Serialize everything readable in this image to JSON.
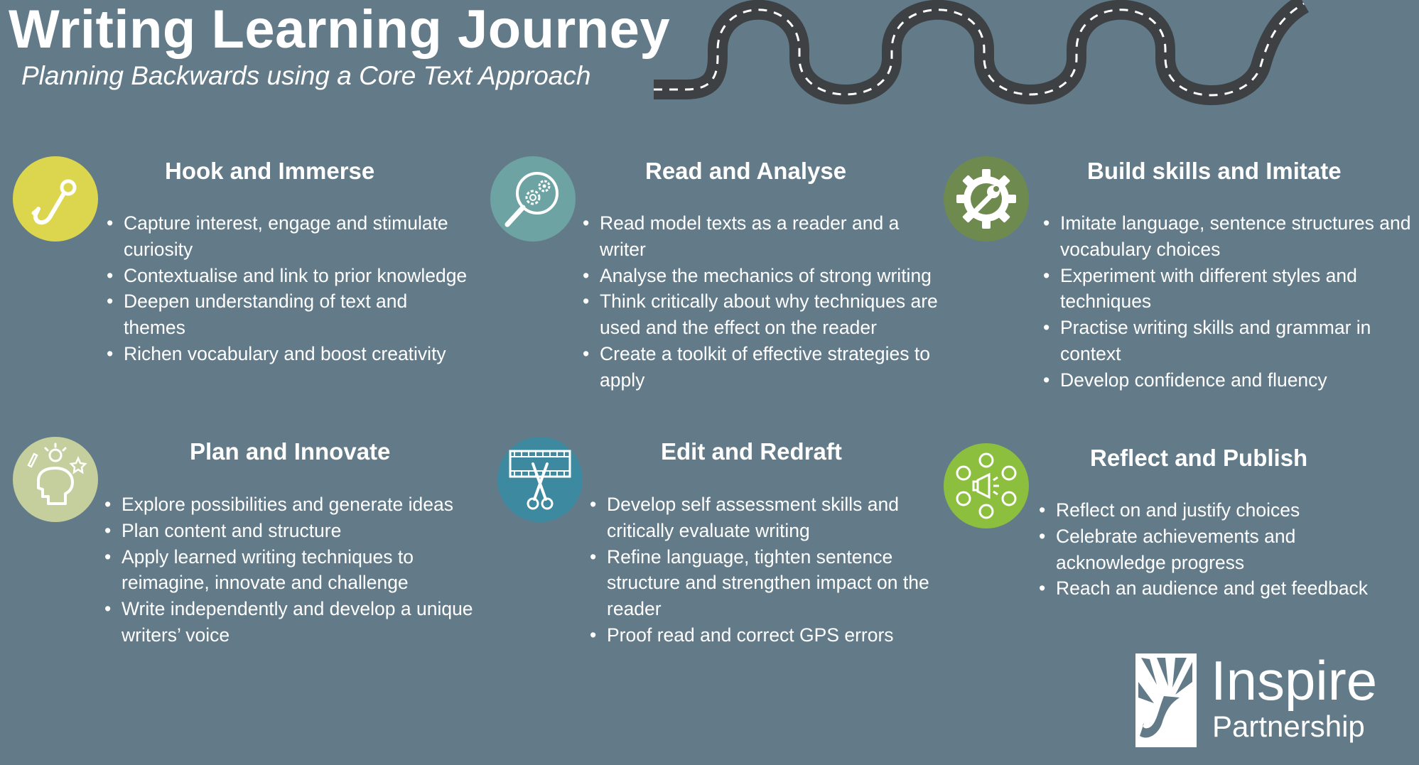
{
  "header": {
    "title": "Writing Learning Journey",
    "subtitle": "Planning Backwards using a Core Text Approach"
  },
  "sections": [
    {
      "title": "Hook and Immerse",
      "icon": "hook-icon",
      "color": "#dcd64e",
      "bullets": [
        "Capture interest, engage and stimulate curiosity",
        "Contextualise and link to prior knowledge",
        "Deepen understanding of text and themes",
        "Richen vocabulary and boost creativity"
      ]
    },
    {
      "title": "Read and Analyse",
      "icon": "magnifier-gears-icon",
      "color": "#6ea3a4",
      "bullets": [
        "Read model texts as a reader and a writer",
        "Analyse the mechanics of strong writing",
        "Think critically about why techniques are used and the effect on the reader",
        "Create a toolkit of effective strategies to apply"
      ]
    },
    {
      "title": "Build skills and Imitate",
      "icon": "gear-wrench-icon",
      "color": "#6f8a4f",
      "bullets": [
        "Imitate language, sentence structures and vocabulary choices",
        "Experiment with different styles and techniques",
        "Practise writing skills and grammar in context",
        "Develop confidence and fluency"
      ]
    },
    {
      "title": "Plan and Innovate",
      "icon": "head-lightbulb-icon",
      "color": "#c5cf9d",
      "bullets": [
        "Explore possibilities and generate ideas",
        "Plan content and structure",
        "Apply learned writing techniques to reimagine, innovate and challenge",
        "Write independently and develop a unique writers’ voice"
      ]
    },
    {
      "title": "Edit and Redraft",
      "icon": "film-scissors-icon",
      "color": "#3d8aa0",
      "bullets": [
        "Develop self assessment skills and critically evaluate writing",
        "Refine language, tighten sentence structure and strengthen impact on the reader",
        "Proof read and correct GPS errors"
      ]
    },
    {
      "title": "Reflect and Publish",
      "icon": "megaphone-audience-icon",
      "color": "#8dbf3f",
      "bullets": [
        "Reflect on and justify choices",
        "Celebrate achievements and acknowledge progress",
        "Reach an audience and get feedback"
      ]
    }
  ],
  "logo": {
    "name": "Inspire",
    "sub": "Partnership",
    "icon": "tree-logo-icon"
  },
  "colors": {
    "background": "#637b89",
    "road": "#3d4144"
  }
}
